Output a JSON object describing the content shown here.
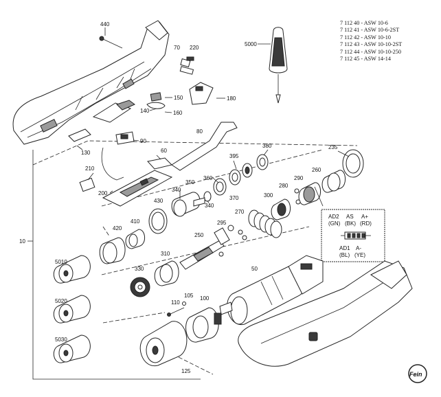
{
  "models": [
    "7 112 40 - ASW 10-6",
    "7 112 41 - ASW 10-6-2ST",
    "7 112 42 - ASW 10-10",
    "7 112 43 - ASW 10-10-2ST",
    "7 112 44 - ASW 10-10-250",
    "7 112 45 - ASW 14-14"
  ],
  "parts": {
    "p440": "440",
    "p70": "70",
    "p220": "220",
    "p5000": "5000",
    "p150": "150",
    "p140": "140",
    "p160": "160",
    "p180": "180",
    "p90": "90",
    "p80": "80",
    "p130": "130",
    "p60": "60",
    "p395": "395",
    "p380": "380",
    "p235": "235",
    "p210": "210",
    "p360": "360",
    "p370": "370",
    "p350": "350",
    "p340a": "340",
    "p340b": "340",
    "p260": "260",
    "p290": "290",
    "p280": "280",
    "p300": "300",
    "p200": "200",
    "p430": "430",
    "p270": "270",
    "p410": "410",
    "p420": "420",
    "p295": "295",
    "p250": "250",
    "p10": "10",
    "p5010": "5010",
    "p310": "310",
    "p330": "330",
    "p50": "50",
    "p5020": "5020",
    "p110": "110",
    "p105": "105",
    "p100": "100",
    "p5030": "5030",
    "p125": "125"
  },
  "wiring": {
    "ad2": "AD2",
    "gn": "(GN)",
    "as": "AS",
    "bk": "(BK)",
    "aplus": "A+",
    "rd": "(RD)",
    "ad1": "AD1",
    "bl": "(BL)",
    "aminus": "A-",
    "ye": "(YE)"
  },
  "logo_text": "Fein"
}
